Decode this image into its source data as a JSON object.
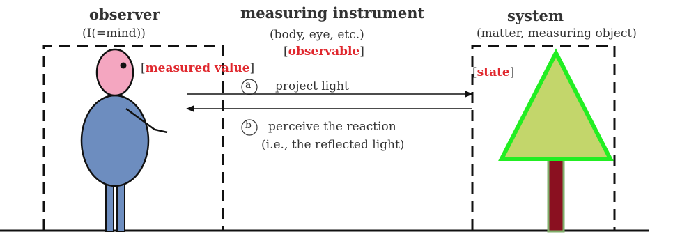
{
  "observer": {
    "title": "observer",
    "subtitle": "(I(=mind))",
    "tag_open": "[",
    "tag": "measured value",
    "tag_close": "]"
  },
  "instrument": {
    "title": "measuring instrument",
    "subtitle": "(body, eye, etc.)",
    "tag_open": "[",
    "tag": "observable",
    "tag_close": "]"
  },
  "system": {
    "title": "system",
    "subtitle": "(matter, measuring object)",
    "tag_open": "[",
    "tag": "state",
    "tag_close": "]"
  },
  "arrows": {
    "a_marker": "a",
    "a_label": "project light",
    "b_marker": "b",
    "b_label_line1": "perceive the reaction",
    "b_label_line2": "(i.e., the reflected light)"
  },
  "colors": {
    "head": "#f4a6c0",
    "body": "#6d8dbf",
    "tree_fill": "#c3d66b",
    "tree_outline": "#22ee22",
    "trunk": "#8a1020",
    "accent_red": "#e0282e"
  }
}
